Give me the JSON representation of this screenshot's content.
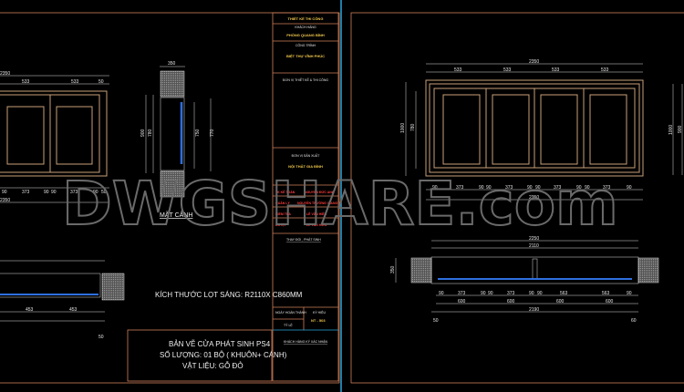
{
  "watermark": "DWGSHARE.com",
  "colors": {
    "background": "#000000",
    "frame": "#c8a078",
    "title_block": "#d0805a",
    "sheet_separator": "#2aa8e0",
    "glass": "#2f6fe0",
    "label_yellow": "#f2c94c",
    "label_red": "#ff3b3b"
  },
  "left_sheet": {
    "elevation": {
      "top_total": "2350",
      "top_segments": [
        "533",
        "533",
        "50"
      ],
      "bottom_segments": [
        "90",
        "373",
        "90",
        "90",
        "373",
        "90",
        "50"
      ],
      "bottom_total": "2350"
    },
    "section": {
      "top_dim": "350",
      "heights": [
        "900",
        "780",
        "750",
        "770"
      ],
      "label": "MẶT CẮNH"
    },
    "plan": {
      "dims": [
        "453",
        "453"
      ],
      "end_dim": "50"
    },
    "opening_note": "KÍCH THƯỚC LỌT SÁNG: R2110X C860MM",
    "notes": [
      "BẢN VẼ CỬA PHÁT SINH PS4",
      "SỐ LƯỢNG: 01 BỘ ( KHUÔN+ CÁNH)",
      "VẬT LIỆU: GỖ ĐỎ"
    ]
  },
  "title_block": {
    "design_stage": "THIẾT KẾ THI CÔNG",
    "client_label": "KHÁCH HÀNG",
    "client": "PHÒNG QUANG BÌNH",
    "project_label": "CÔNG TRÌNH",
    "project": "BIỆT THỰ VĨNH PHÚC",
    "designer_label": "ĐƠN VỊ THIẾT KẾ & THI CÔNG",
    "producer_label": "ĐƠN VỊ SẢN XUẤT",
    "producer": "NỘI THẤT GIA ĐÌNH",
    "roles": [
      {
        "role": "TK KẾ TOÁN",
        "name": "NGUYỄN ĐỨC ANH"
      },
      {
        "role": "QUẢN LÝ",
        "name": "NGUYỄN TRƯỜNG GIANG"
      },
      {
        "role": "KIỂM TRA",
        "name": "LÊ VĂN HIỀN"
      },
      {
        "role": "DUYỆT",
        "name": "LÊ VĂN HIỀN"
      }
    ],
    "changes_label": "THAY ĐỔI , PHÁT SINH",
    "date_label": "NGÀY HOÀN THÀNH",
    "code_label": "KÝ HIỆU",
    "scale_label": "TỶ LỆ",
    "code": "NT - 503",
    "client_signoff": "KHÁCH HÀNG KÝ XÁC NHẬN"
  },
  "right_sheet": {
    "elevation": {
      "top_total": "2350",
      "top_segments": [
        "533",
        "533",
        "533",
        "533"
      ],
      "left_heights": [
        "1000",
        "780"
      ],
      "bottom_segments": [
        "90",
        "373",
        "90",
        "90",
        "373",
        "90",
        "90",
        "373",
        "90",
        "90",
        "373",
        "90"
      ],
      "bottom_total": "2350",
      "side_heights": [
        "1000",
        "900"
      ]
    },
    "plan": {
      "top_total": "2250",
      "inner_total": "2110",
      "end_dims": [
        "50",
        "60"
      ],
      "wall_depth": "350",
      "segments": [
        "90",
        "373",
        "90",
        "90",
        "373",
        "90",
        "90",
        "563",
        "563",
        "90"
      ],
      "leaves": [
        "600",
        "600",
        "600",
        "600"
      ],
      "bottom_total": "2190"
    }
  }
}
